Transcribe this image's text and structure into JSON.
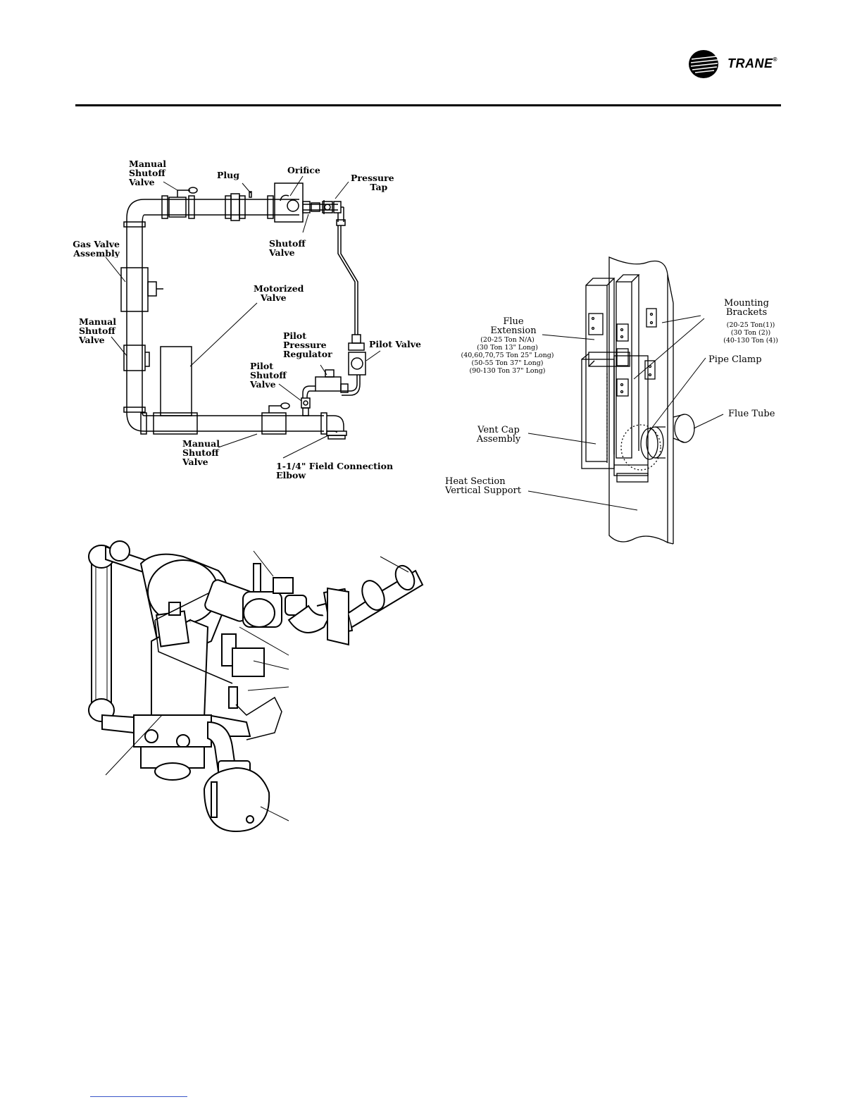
{
  "brand": {
    "name": "TRANE",
    "trademark": "®"
  },
  "figure1": {
    "labels": {
      "manual_shutoff_top": [
        "Manual",
        "Shutoff",
        "Valve"
      ],
      "plug": "Plug",
      "orifice": "Orifice",
      "pressure_tap": [
        "Pressure",
        "Tap"
      ],
      "shutoff_valve": [
        "Shutoff",
        "Valve"
      ],
      "gas_valve_assembly": [
        "Gas Valve",
        "Assembly"
      ],
      "motorized_valve": [
        "Motorized",
        "Valve"
      ],
      "manual_shutoff_left": [
        "Manual",
        "Shutoff",
        "Valve"
      ],
      "pilot_pressure_regulator": [
        "Pilot",
        "Pressure",
        "Regulator"
      ],
      "pilot_valve": "Pilot Valve",
      "pilot_shutoff_valve": [
        "Pilot",
        "Shutoff",
        "Valve"
      ],
      "manual_shutoff_bottom": [
        "Manual",
        "Shutoff",
        "Valve"
      ],
      "field_connection": [
        "1-1/4\" Field Connection",
        "Elbow"
      ]
    }
  },
  "figure2": {
    "labels": {
      "flue_extension": [
        "Flue",
        "Extension"
      ],
      "flue_extension_specs": [
        "(20-25 Ton N/A)",
        "(30 Ton 13\" Long)",
        "(40,60,70,75 Ton 25\" Long)",
        "(50-55 Ton 37\" Long)",
        "(90-130 Ton 37\" Long)"
      ],
      "mounting_brackets": [
        "Mounting",
        "Brackets"
      ],
      "mounting_brackets_specs": [
        "(20-25 Ton(1))",
        "(30 Ton (2))",
        "(40-130 Ton (4))"
      ],
      "pipe_clamp": "Pipe Clamp",
      "flue_tube": "Flue Tube",
      "vent_cap_assembly": [
        "Vent Cap",
        "Assembly"
      ],
      "heat_section_support": [
        "Heat Section",
        "Vertical Support"
      ]
    }
  }
}
